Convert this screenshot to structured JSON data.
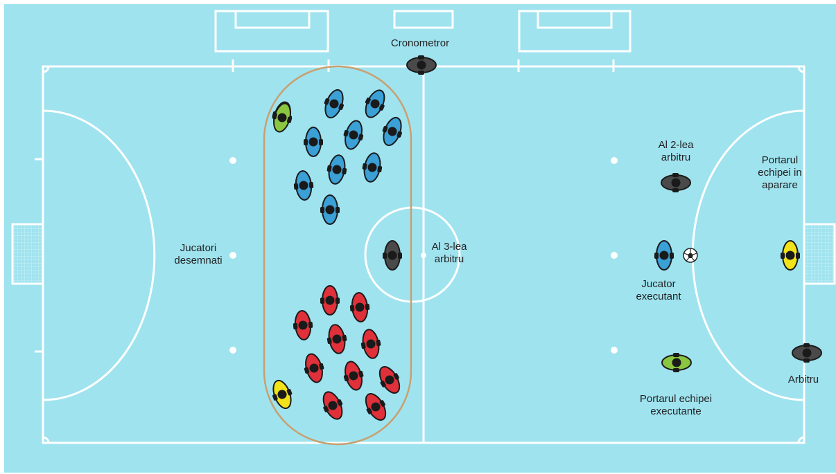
{
  "colors": {
    "court": "#9fe3ef",
    "lines": "#ffffff",
    "oval": "#c8a070",
    "team_a": "#3aa0d6",
    "team_b": "#e0303a",
    "goalkeeper_a": "#8ac640",
    "goalkeeper_b": "#f2e21a",
    "referee": "#4a4a4a"
  },
  "labels": {
    "timekeeper": "Cronometror",
    "designated_players_1": "Jucatori",
    "designated_players_2": "desemnati",
    "third_referee_1": "Al 3-lea",
    "third_referee_2": "arbitru",
    "second_referee_1": "Al 2-lea",
    "second_referee_2": "arbitru",
    "defending_goalkeeper_1": "Portarul",
    "defending_goalkeeper_2": "echipei in",
    "defending_goalkeeper_3": "aparare",
    "executing_player_1": "Jucator",
    "executing_player_2": "executant",
    "referee": "Arbitru",
    "executing_goalkeeper_1": "Portarul echipei",
    "executing_goalkeeper_2": "executante"
  },
  "icons": {
    "player": "player-topdown-icon",
    "ball": "soccer-ball-icon"
  }
}
